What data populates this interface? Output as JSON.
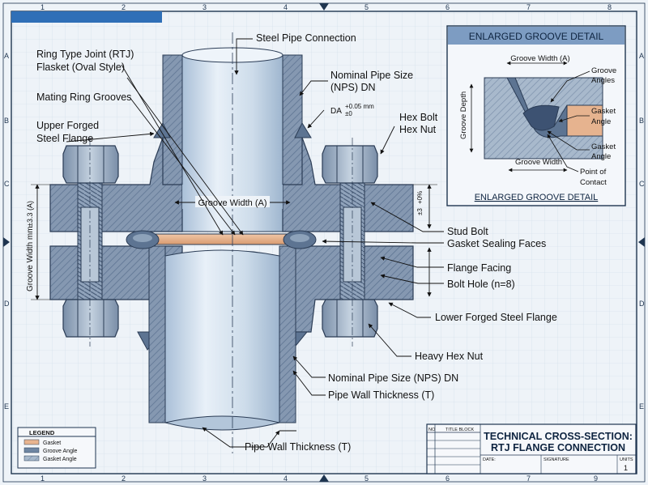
{
  "border": {
    "cols": [
      "1",
      "2",
      "3",
      "4",
      "5",
      "6",
      "7",
      "8"
    ],
    "cols_bottom": [
      "1",
      "2",
      "3",
      "4",
      "5",
      "6",
      "7",
      "8",
      "9"
    ],
    "rows": [
      "A",
      "B",
      "C",
      "D",
      "E"
    ]
  },
  "callouts": {
    "steel_pipe_connection": "Steel Pipe Connection",
    "rtj_line1": "Ring Type Joint (RTJ)",
    "rtj_line2": "Flasket (Oval Style)",
    "nps_line1": "Nominal Pipe Size",
    "nps_line2": "(NPS) DN",
    "mating_ring_grooves": "Mating Ring Grooves",
    "da": "DA",
    "da_tol_plus": "+0.05 mm",
    "da_tol_zero": "±0",
    "upper_flange_line1": "Upper Forged",
    "upper_flange_line2": "Steel Flange",
    "hex_bolt_line1": "Hex Bolt",
    "hex_bolt_line2": "Hex Nut",
    "groove_width_a": "Groove Width (A)",
    "tol_right_a": "+0%",
    "tol_right_b": "±3",
    "stud_bolt": "Stud Bolt",
    "gasket_sealing_faces": "Gasket Sealing Faces",
    "flange_facing": "Flange Facing",
    "bolt_hole": "Bolt Hole (n=8)",
    "lower_flange": "Lower Forged Steel Flange",
    "heavy_hex_nut": "Heavy Hex Nut",
    "nps_dn_lower": "Nominal Pipe Size (NPS) DN",
    "pipe_wall_thickness_t": "Pipe Wall Thickness (T)",
    "pipe_wall_thickness_bottom": "Pipe Wall Thickness (T)",
    "groove_width_vertical": "Groove Width mm",
    "groove_width_vertical_tol": "±3.3 (A)"
  },
  "inset": {
    "title": "ENLARGED GROOVE DETAIL",
    "groove_width_top": "Groove Width (A)",
    "groove_depth": "Groove Depth",
    "groove_angles_line1": "Groove",
    "groove_angles_line2": "Angles",
    "gasket_angle_1_line1": "Gasket",
    "gasket_angle_1_line2": "Angle",
    "gasket_angle_2_line1": "Gasket",
    "gasket_angle_2_line2": "Angle",
    "groove_width_bottom": "Groove Width",
    "point_line1": "Point of",
    "point_line2": "Contact",
    "caption": "ENLARGED GROOVE DETAIL"
  },
  "legend": {
    "title": "LEGEND",
    "items": [
      {
        "label": "Gasket",
        "color": "#e8b48f"
      },
      {
        "label": "Groove Angle",
        "color": "#6f86a3"
      },
      {
        "label": "Gasket Angle",
        "color": "#9db1c8"
      }
    ]
  },
  "title_block": {
    "no": "NO",
    "heading": "TITLE BLOCK",
    "title_line1": "TECHNICAL CROSS-SECTION:",
    "title_line2": "RTJ FLANGE CONNECTION",
    "date_label": "DATE:",
    "signature_label": "SIGNATURE",
    "units_label": "UNITS",
    "units_value": "1"
  },
  "colors": {
    "steel": "#7e93ad",
    "steel_dark": "#5d7492",
    "pipe": "#c9d9ea",
    "gasket": "#e8b48f",
    "accent": "#1f4e8c",
    "grid": "#c9d6e3"
  }
}
